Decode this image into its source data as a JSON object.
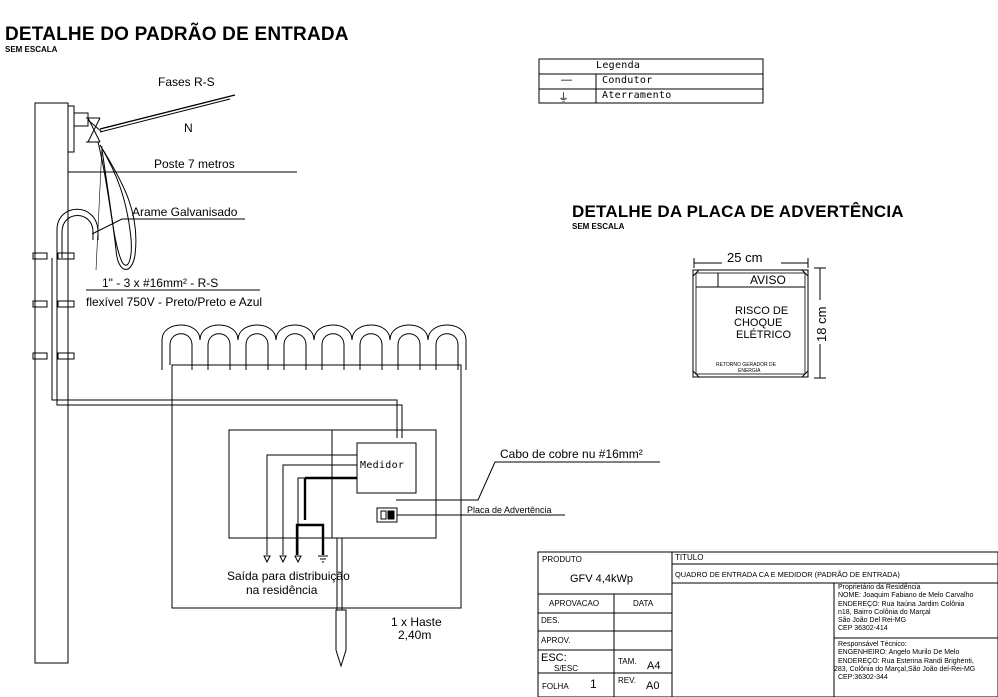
{
  "entrance": {
    "title": "DETALHE DO PADRÃO DE ENTRADA",
    "scale": "SEM ESCALA",
    "phases": "Fases R-S",
    "neutral": "N",
    "pole": "Poste 7 metros",
    "wire": "Arame Galvanisado",
    "conduit": "1\" - 3 x #16mm² - R-S",
    "cable": "flexível 750V - Preto/Preto e Azul",
    "meter": "Medidor",
    "copper": "Cabo de cobre nu #16mm²",
    "warning_plate": "Placa de Advertência",
    "output_line1": "Saída para distribuição",
    "output_line2": "na residência",
    "rod_line1": "1 x Haste",
    "rod_line2": "2,40m"
  },
  "legend": {
    "title": "Legenda",
    "items": [
      {
        "symbol": "—",
        "label": "Condutor"
      },
      {
        "symbol": "⏚",
        "label": "Aterramento"
      }
    ]
  },
  "plate_detail": {
    "title": "DETALHE DA PLACA DE ADVERTÊNCIA",
    "scale": "SEM ESCALA",
    "width": "25 cm",
    "height": "18 cm",
    "aviso": "AVISO",
    "risk1": "RISCO DE",
    "risk2": "CHOQUE",
    "risk3": "ELÉTRICO",
    "footer1": "RETORNO GERADOR DE",
    "footer2": "ENERGIA"
  },
  "titleblock": {
    "produto_label": "PRODUTO",
    "produto_value": "GFV 4,4kWp",
    "titulo_label": "TITULO",
    "titulo_value": "QUADRO DE ENTRADA CA E MEDIDOR (PADRÃO DE ENTRADA)",
    "aprovacao": "APROVACAO",
    "data": "DATA",
    "des": "DES.",
    "aprov": "APROV.",
    "esc_label": "ESC:",
    "esc_value": "S/ESC",
    "tam_label": "TAM.",
    "tam_value": "A4",
    "folha_label": "FOLHA",
    "folha_value": "1",
    "rev_label": "REV.",
    "rev_value": "A0",
    "owner_heading": "Proprietário da Residência",
    "owner_lines": [
      "NOME: Joaquim Fabiano de Melo Carvalho",
      "ENDEREÇO: Rua Itaúna Jardim Colônia",
      "n18, Bairro Colônia do Marçal",
      "São João Del Rei-MG",
      "CEP 36302-414"
    ],
    "tech_heading": "Responsável Técnico:",
    "tech_lines": [
      "ENGENHEIRO:  Angelo Murilo De Melo",
      "ENDEREÇO: Rua Esterina Randi Brighenti,",
      "283, Colônia do Marçal,São João del-Rei-MG",
      "CEP:36302-344"
    ]
  }
}
